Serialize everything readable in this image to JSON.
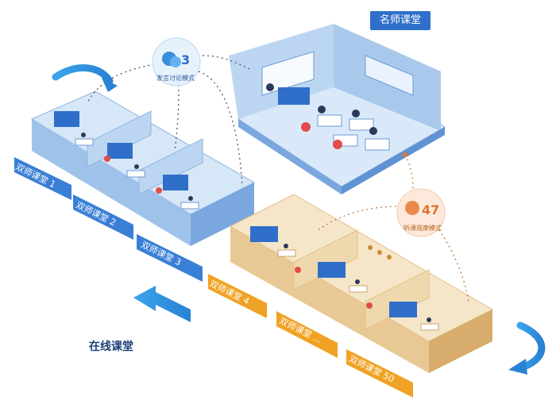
{
  "titles": {
    "famous_teacher_class": "名师课堂",
    "online_class": "在线课堂"
  },
  "bubbles": {
    "discussion": {
      "count": "3",
      "caption": "发言讨论模式"
    },
    "listening": {
      "count": "47",
      "caption": "听课观摩模式"
    }
  },
  "classrooms": {
    "blue": [
      "双师课堂 1",
      "双师课堂 2",
      "双师课堂 3"
    ],
    "orange": [
      "双师课堂 4",
      "双师课堂 ...",
      "双师课堂 50"
    ]
  },
  "colors": {
    "blue_room": "#cfe2f7",
    "blue_room_dark": "#9fc2ea",
    "orange_room": "#f6e6c9",
    "orange_room_dark": "#e8c894",
    "blue_strip": "#3a7fd6",
    "orange_strip": "#f0a224",
    "arrow": "#3a9be0"
  },
  "icons": [
    "chat-bubble-icon",
    "listening-head-icon",
    "left-arrow-icon",
    "right-curved-arrow-icon",
    "down-curved-arrow-icon"
  ]
}
